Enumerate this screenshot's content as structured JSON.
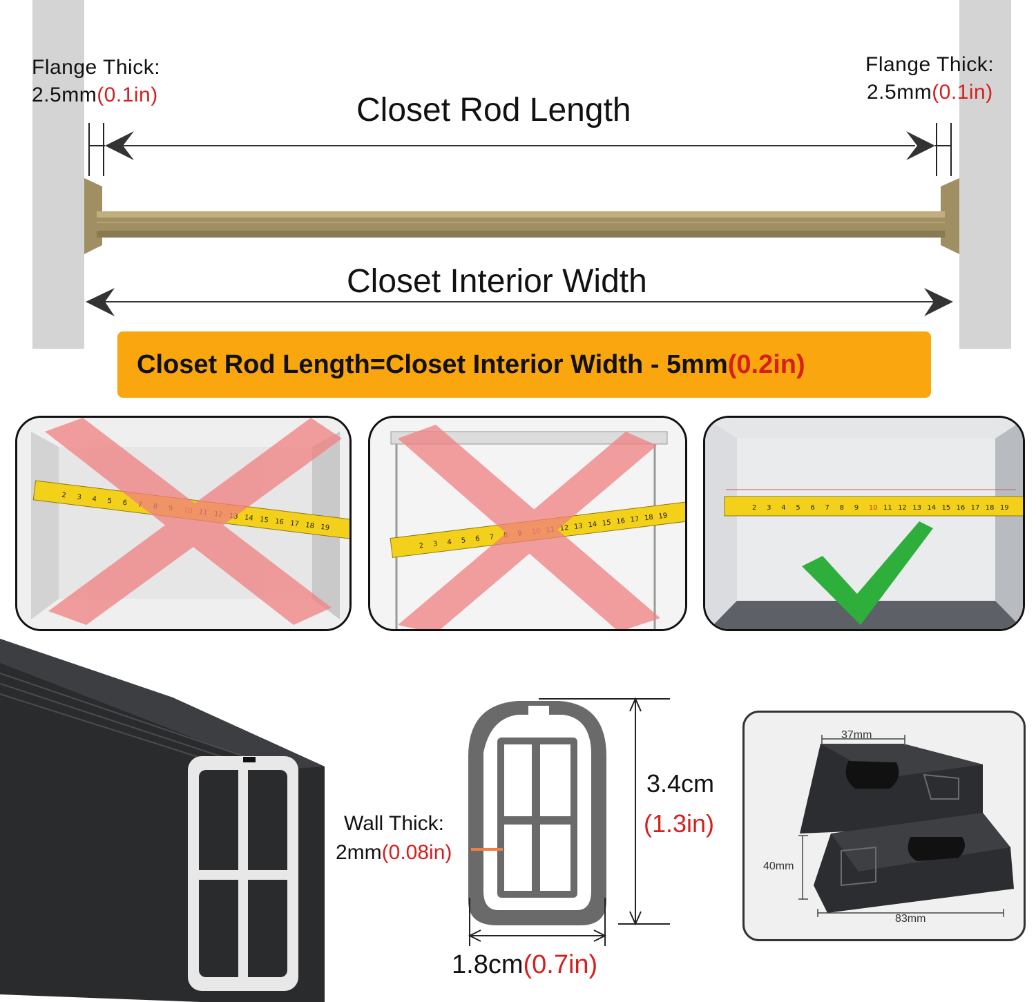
{
  "top": {
    "flange_left": {
      "label": "Flange Thick:",
      "value": "2.5mm",
      "value_in": "(0.1in)"
    },
    "flange_right": {
      "label": "Flange Thick:",
      "value": "2.5mm",
      "value_in": "(0.1in)"
    },
    "rod_length_label": "Closet Rod Length",
    "interior_width_label": "Closet Interior Width",
    "formula": {
      "text": "Closet Rod Length=Closet Interior Width - 5mm",
      "value_in": "(0.2in)"
    },
    "rod_color": "#a08f63",
    "banner_color": "#f9a60f"
  },
  "measure_examples": [
    {
      "verdict": "wrong",
      "mark": "x-icon",
      "mark_color": "#f08080"
    },
    {
      "verdict": "wrong",
      "mark": "x-icon",
      "mark_color": "#f08080"
    },
    {
      "verdict": "correct",
      "mark": "checkmark-icon",
      "mark_color": "#2eae3a"
    }
  ],
  "tape_numbers": [
    "2",
    "3",
    "4",
    "5",
    "6",
    "7",
    "8",
    "9",
    "10",
    "11",
    "12",
    "13",
    "14",
    "15",
    "16",
    "17",
    "18",
    "19"
  ],
  "profile": {
    "wall_thick_label": "Wall Thick:",
    "wall_thick_value": "2mm",
    "wall_thick_in": "(0.08in)",
    "height_value": "3.4cm",
    "height_in": "(1.3in)",
    "width_value": "1.8cm",
    "width_in": "(0.7in)"
  },
  "bracket": {
    "width_top": "37mm",
    "height": "40mm",
    "length": "83mm"
  },
  "accent_red": "#d61f1f"
}
